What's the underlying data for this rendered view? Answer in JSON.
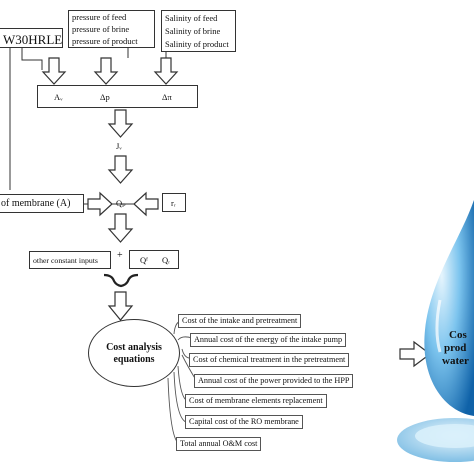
{
  "membrane_label": "W30HRLE",
  "feed_pressures": [
    "pressure of feed",
    "pressure of brine",
    "pressure of product"
  ],
  "salinities": [
    "Salinity of feed",
    "Salinity of brine",
    "Salinity of product"
  ],
  "row_vars": {
    "aw": "Aᵥ",
    "dp": "Δp",
    "dpi": "Δπ"
  },
  "jw": "Jᵥ",
  "membrane_area": "of membrane (A)",
  "qp": "Qₚ",
  "rr": "rᵣ",
  "other_inputs": "other constant inputs",
  "plus": "+",
  "qf": "Qᶠ",
  "qr": "Qᵣ",
  "brace": "}",
  "cost_circle": [
    "Cost analysis",
    "equations"
  ],
  "cost_items": [
    "Cost of the intake and pretreatment",
    "Annual cost of the energy of the intake pump",
    "Cost of chemical treatment in the pretreatment",
    "Annual cost of the power provided to the HPP",
    "Cost of membrane elements replacement",
    "Capital cost of the RO membrane",
    "Total annual O&M cost"
  ],
  "drop_text": [
    "Cos",
    "prod",
    "water"
  ],
  "colors": {
    "arrow_fill": "#ffffff",
    "stroke": "#333333",
    "drop_light": "#bfe3f7",
    "drop_dark": "#1e7fc4"
  }
}
